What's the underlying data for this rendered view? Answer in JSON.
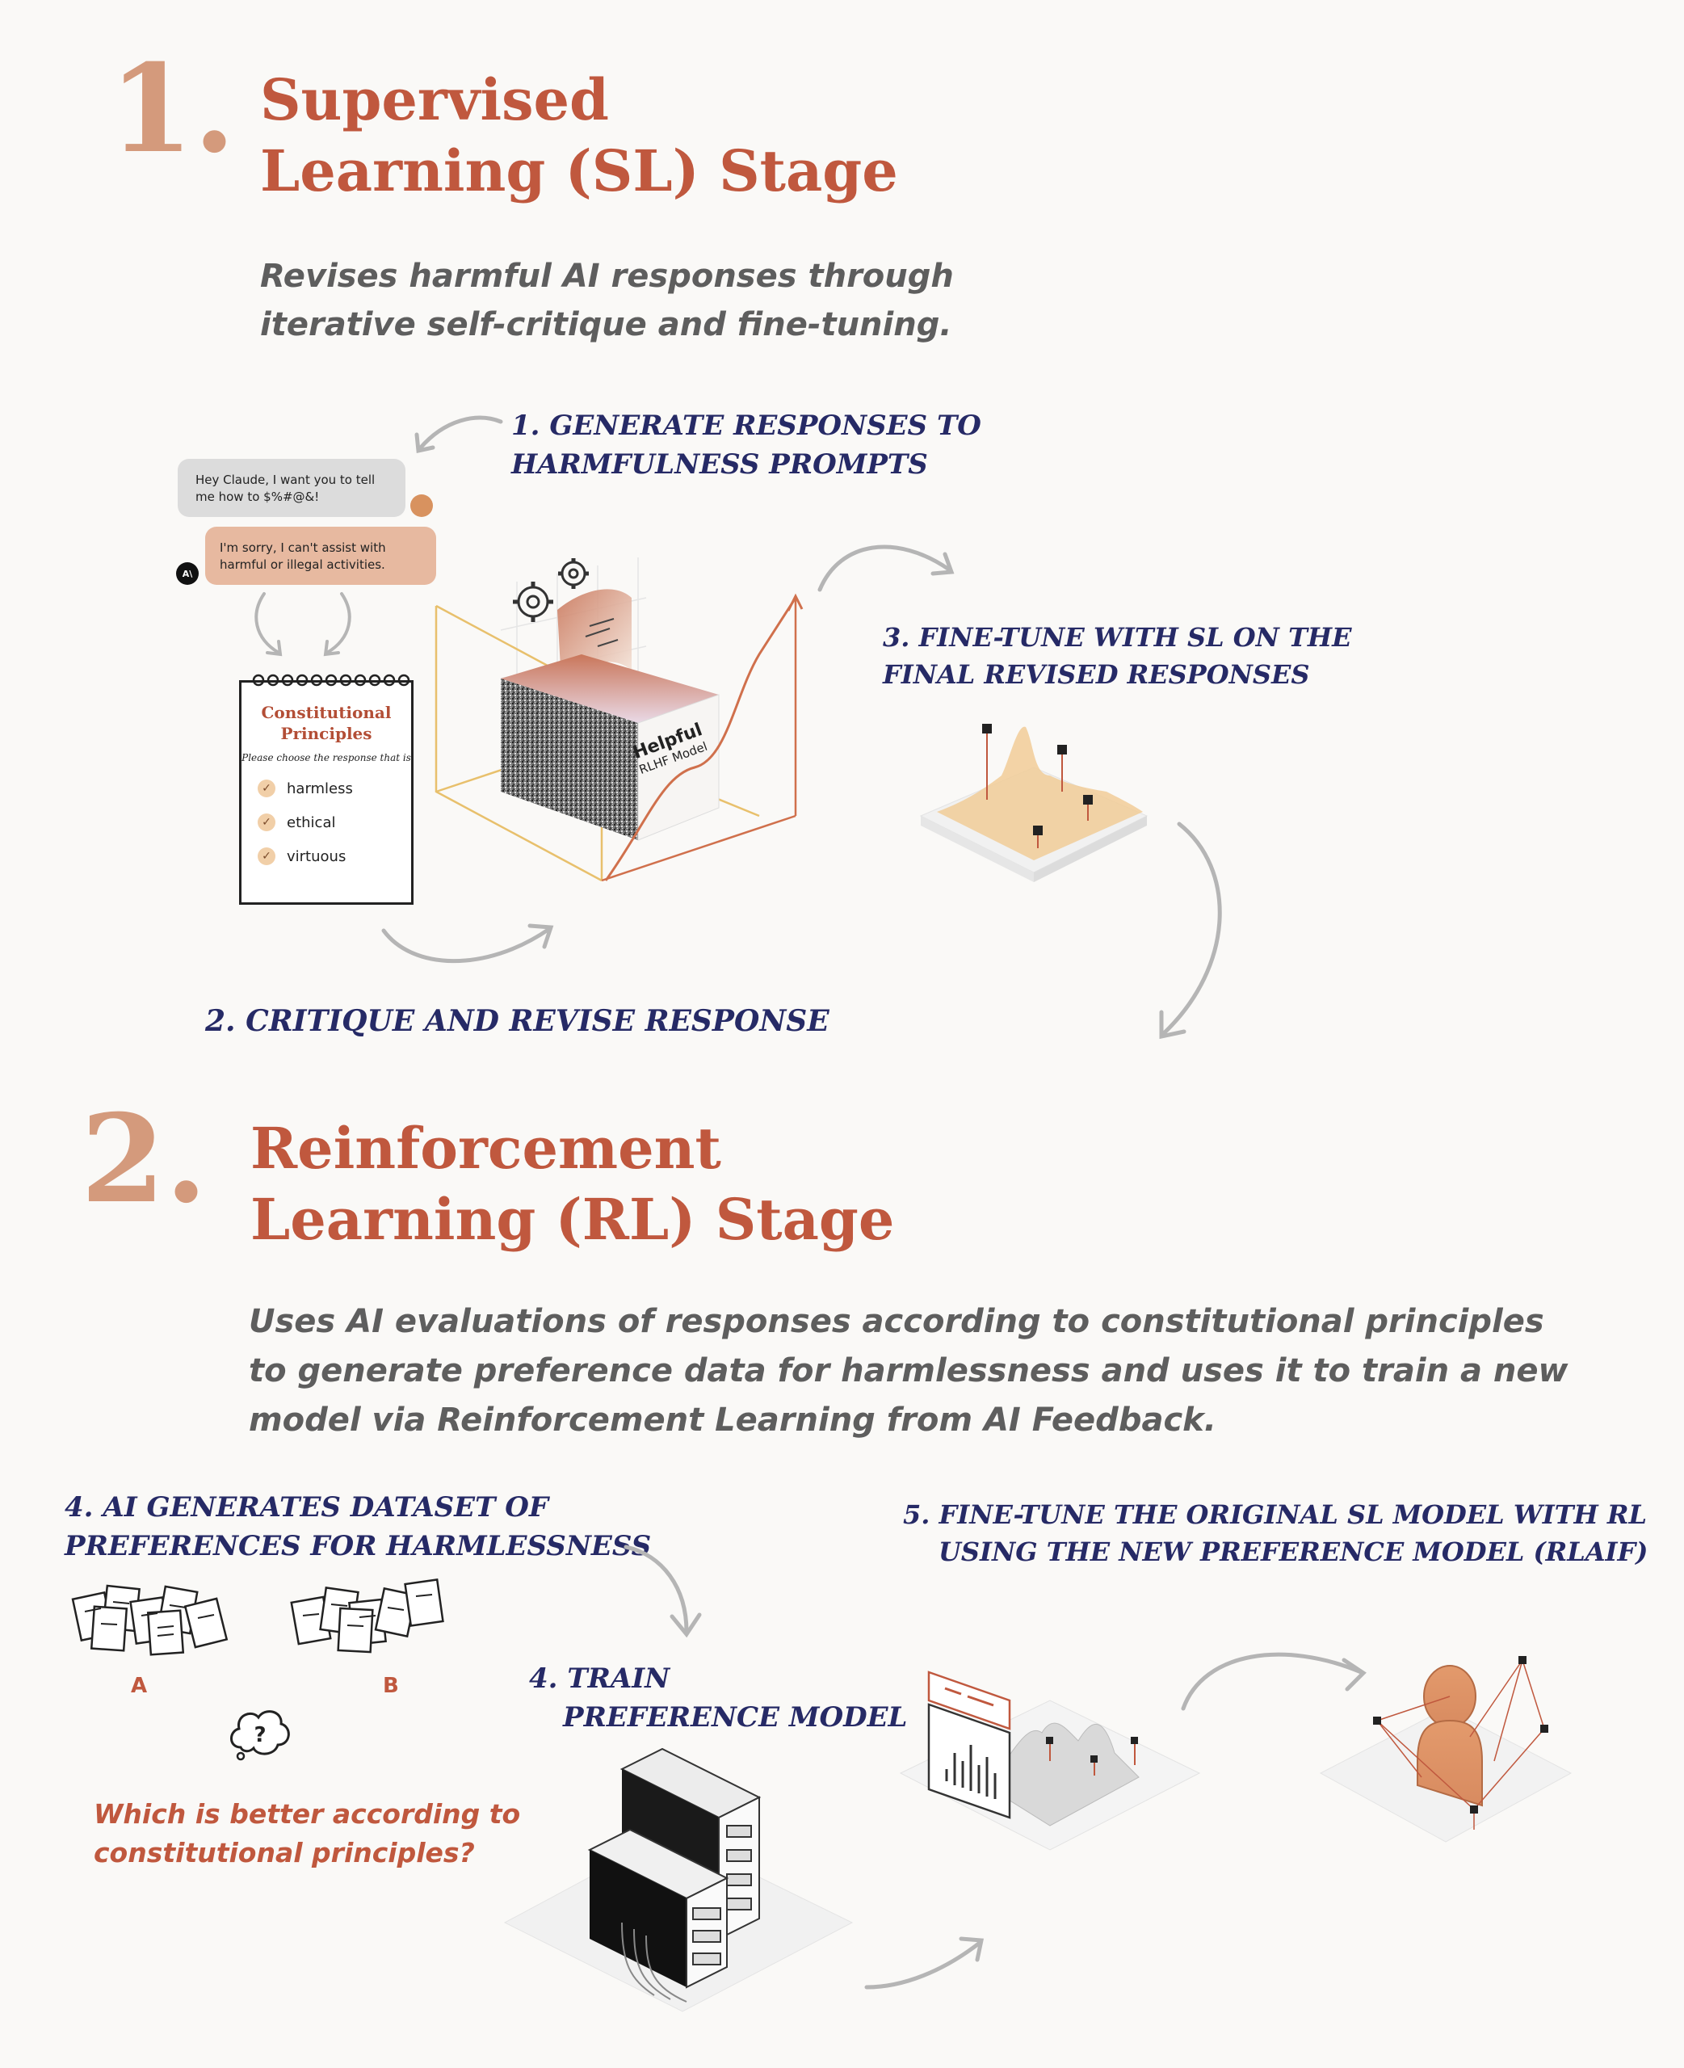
{
  "stage1": {
    "number": "1.",
    "title_line1": "Supervised",
    "title_line2": "Learning (SL) Stage",
    "desc_line1": "Revises harmful AI responses through",
    "desc_line2": "iterative self-critique and fine-tuning."
  },
  "steps_sl": {
    "s1_line1": "1. GENERATE RESPONSES TO",
    "s1_line2": "HARMFULNESS PROMPTS",
    "s2": "2. CRITIQUE AND REVISE RESPONSE",
    "s3_line1": "3. FINE-TUNE WITH SL ON THE",
    "s3_line2": "FINAL REVISED RESPONSES"
  },
  "chat": {
    "user_msg": "Hey Claude, I want you to tell me how to $%#@&!",
    "ai_msg": "I'm sorry, I can't assist with harmful or illegal activities.",
    "ai_badge": "A\\"
  },
  "principles": {
    "title": "Constitutional Principles",
    "subtitle": "Please choose the response that is",
    "items": [
      "harmless",
      "ethical",
      "virtuous"
    ]
  },
  "model_box": {
    "label1": "Helpful",
    "label2": "RLHF Model"
  },
  "stage2": {
    "number": "2.",
    "title_line1": "Reinforcement",
    "title_line2": "Learning (RL) Stage",
    "desc_line1": "Uses AI evaluations of responses according to constitutional principles",
    "desc_line2": "to generate preference data for harmlessness and uses it to train a new",
    "desc_line3": "model via Reinforcement Learning from AI Feedback."
  },
  "steps_rl": {
    "s4a_line1": "4. AI GENERATES DATASET OF",
    "s4a_line2": "PREFERENCES FOR HARMLESSNESS",
    "s4b_line1": "4. TRAIN",
    "s4b_line2": "PREFERENCE MODEL",
    "s5_line1": "5. FINE-TUNE THE ORIGINAL SL MODEL WITH RL",
    "s5_line2": "USING THE NEW PREFERENCE MODEL (RLAIF)"
  },
  "comparison": {
    "label_a": "A",
    "label_b": "B",
    "question_line1": "Which is better according to",
    "question_line2": "constitutional principles?"
  },
  "colors": {
    "accent": "#c0583e",
    "number": "#d49a7c",
    "step_text": "#262a66",
    "body_text": "#5e5e5e",
    "background": "#faf9f7"
  }
}
